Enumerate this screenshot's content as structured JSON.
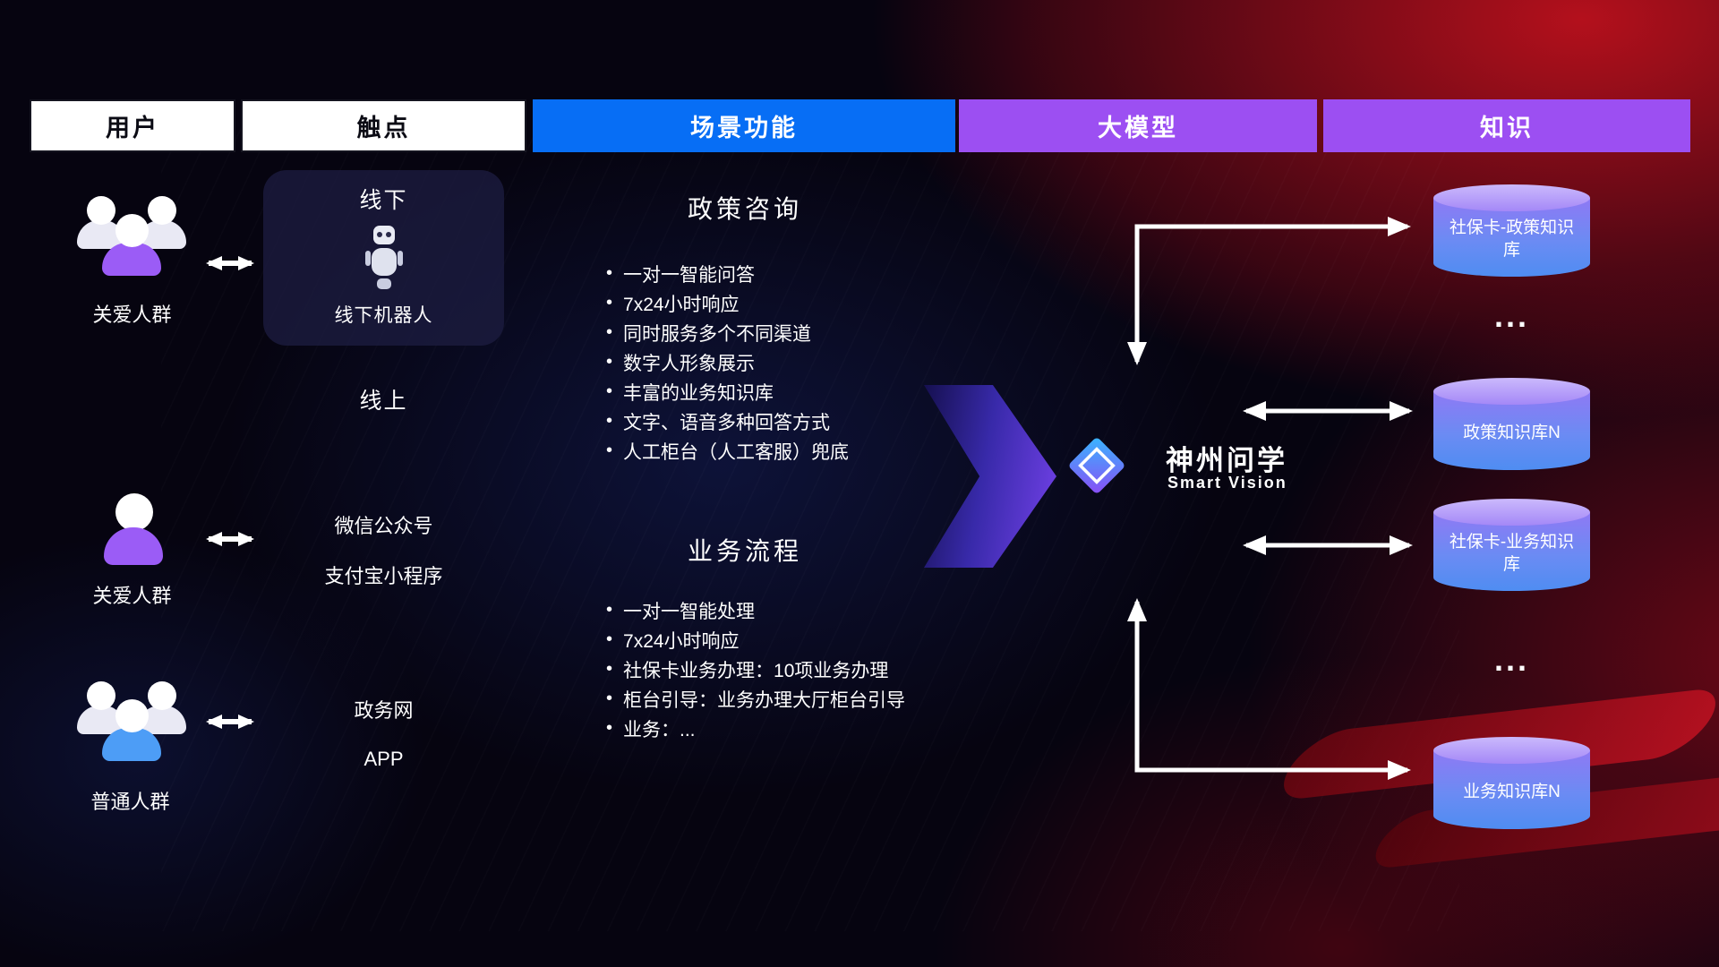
{
  "header": {
    "columns": [
      {
        "label": "用户"
      },
      {
        "label": "触点"
      },
      {
        "label": "场景功能"
      },
      {
        "label": "大模型"
      },
      {
        "label": "知识"
      }
    ]
  },
  "users": [
    {
      "label": "关爱人群"
    },
    {
      "label": "关爱人群"
    },
    {
      "label": "普通人群"
    }
  ],
  "touchpoints": {
    "offline_title": "线下",
    "offline_robot_label": "线下机器人",
    "online_title": "线上",
    "wechat": "微信公众号",
    "alipay": "支付宝小程序",
    "gov": "政务网",
    "app": "APP"
  },
  "scene": {
    "policy": {
      "title": "政策咨询",
      "items": [
        "一对一智能问答",
        "7x24小时响应",
        "同时服务多个不同渠道",
        "数字人形象展示",
        "丰富的业务知识库",
        "文字、语音多种回答方式",
        "人工柜台（人工客服）兜底"
      ]
    },
    "business": {
      "title": "业务流程",
      "items": [
        "一对一智能处理",
        "7x24小时响应",
        "社保卡业务办理：10项业务办理",
        "柜台引导：业务办理大厅柜台引导",
        "业务：..."
      ]
    }
  },
  "model": {
    "name": "神州问学",
    "subtitle": "Smart Vision"
  },
  "knowledge": {
    "db1": "社保卡-政策知识库",
    "ellipsis1": "...",
    "db2": "政策知识库N",
    "db3": "社保卡-业务知识库",
    "ellipsis2": "...",
    "db4": "业务知识库N"
  },
  "colors": {
    "header_blue": "#076ef5",
    "header_purple": "#9c4ff2",
    "accent_purple": "#9b5cf6",
    "accent_blue": "#4d9df6",
    "red_glow": "#c81222"
  }
}
